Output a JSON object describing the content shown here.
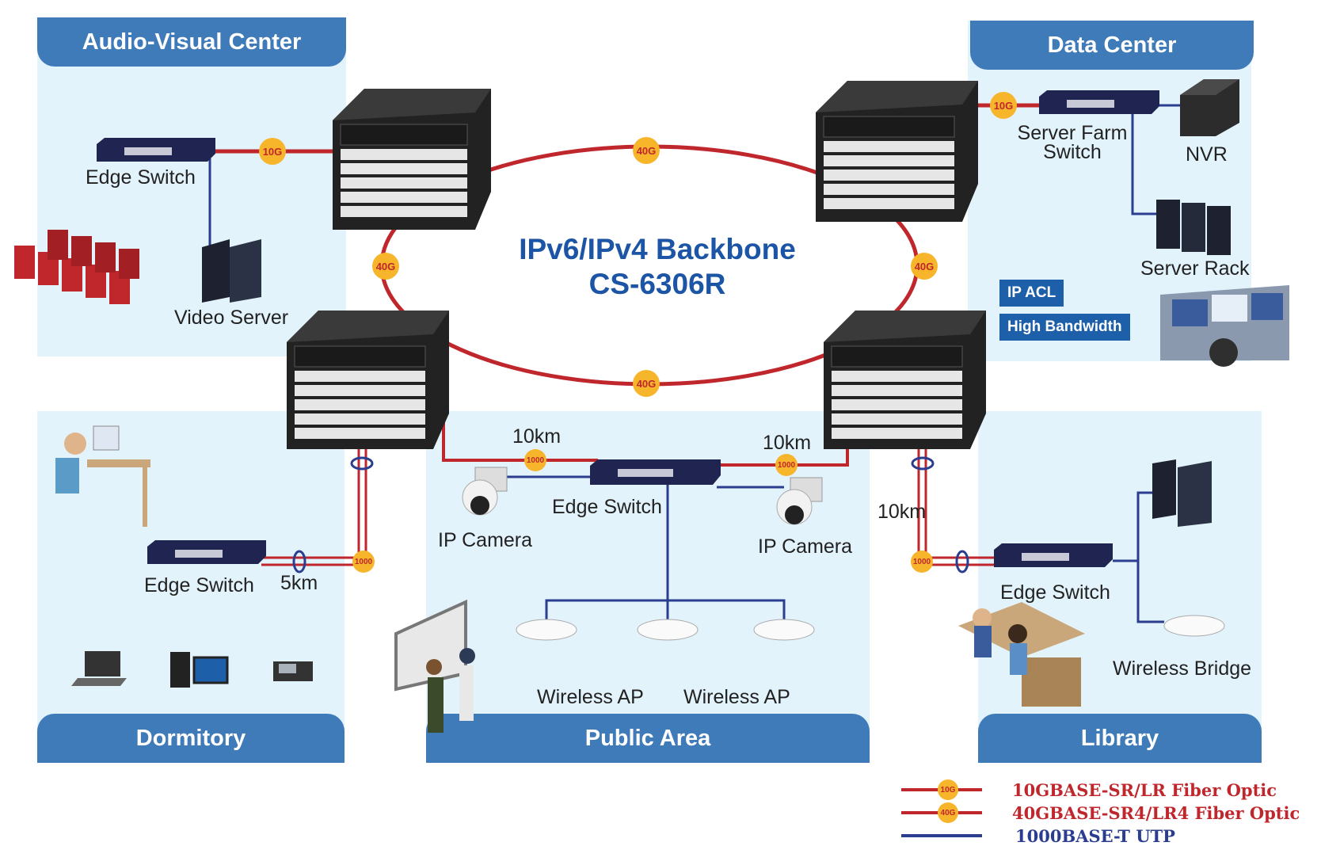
{
  "zones": {
    "audio_visual": "Audio-Visual Center",
    "data_center": "Data Center",
    "dormitory": "Dormitory",
    "public_area": "Public Area",
    "library": "Library"
  },
  "backbone": {
    "line1": "IPv6/IPv4 Backbone",
    "line2": "CS-6306R"
  },
  "labels": {
    "av_edge_switch": "Edge Switch",
    "video_server": "Video Server",
    "server_farm_switch_1": "Server Farm",
    "server_farm_switch_2": "Switch",
    "nvr": "NVR",
    "server_rack": "Server Rack",
    "dorm_edge_switch": "Edge Switch",
    "dorm_distance": "5km",
    "public_edge_switch": "Edge Switch",
    "ip_camera_left": "IP Camera",
    "ip_camera_right": "IP Camera",
    "distance_left": "10km",
    "distance_right": "10km",
    "distance_library": "10km",
    "wireless_ap_1": "Wireless AP",
    "wireless_ap_2": "Wireless AP",
    "library_edge_switch": "Edge Switch",
    "wireless_bridge": "Wireless Bridge"
  },
  "badges": {
    "b10g": "10G",
    "b40g": "40G",
    "b1000": "1000"
  },
  "tags": {
    "ip_acl": "IP ACL",
    "high_bandwidth": "High Bandwidth"
  },
  "legend": [
    {
      "badge": "10G",
      "text": "10GBASE-SR/LR Fiber Optic",
      "color": "#c0272d"
    },
    {
      "badge": "40G",
      "text": "40GBASE-SR4/LR4 Fiber Optic",
      "color": "#c0272d"
    },
    {
      "badge": "",
      "text": "1000BASE-T UTP",
      "color": "#2a3d8f"
    }
  ],
  "colors": {
    "fiber": "#c0272d",
    "utp": "#2a3d8f",
    "zone_bg": "#e3f3fc",
    "header": "#3f7ab9",
    "badge": "#f7b52b",
    "title": "#1c55a5",
    "tag": "#1d5fa8"
  }
}
